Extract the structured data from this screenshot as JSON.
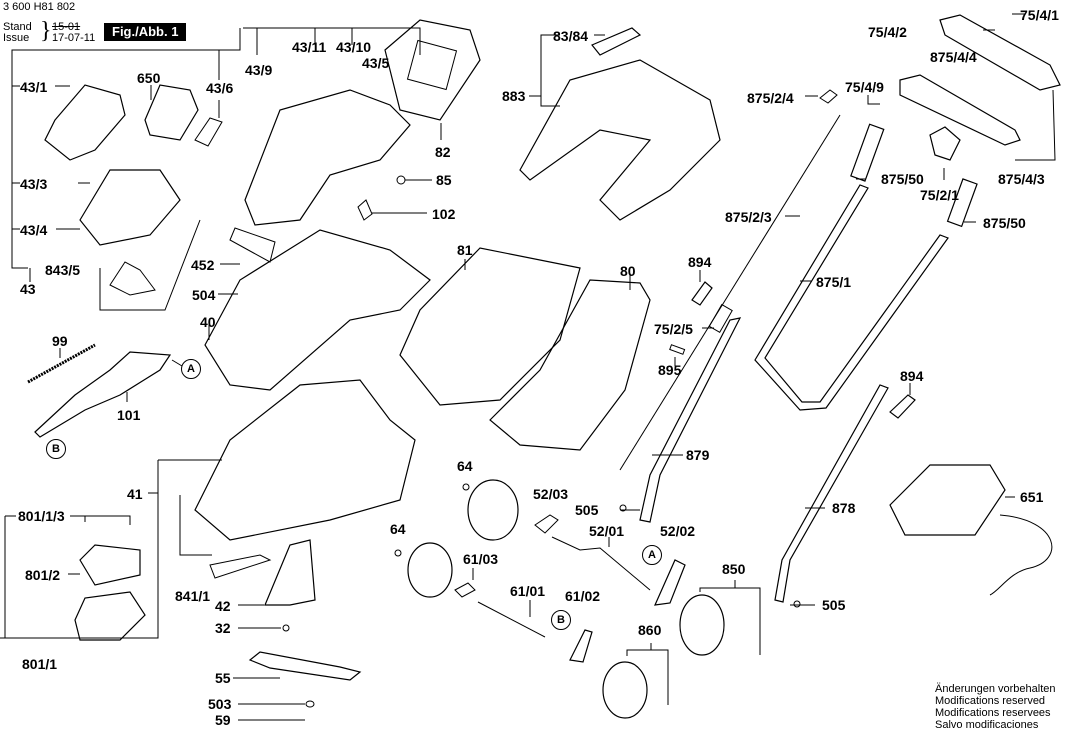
{
  "header": {
    "document_number": "3 600 H81 802",
    "stand_label": "Stand",
    "issue_label": "Issue",
    "brace": "}",
    "date_superseded": "15-01",
    "date_current": "17-07-11",
    "figure_label": "Fig./Abb. 1"
  },
  "part_labels": {
    "p43_1": "43/1",
    "p650": "650",
    "p43_6": "43/6",
    "p43_3": "43/3",
    "p43_4": "43/4",
    "p843_5": "843/5",
    "p43": "43",
    "p43_9": "43/9",
    "p43_11": "43/11",
    "p43_10": "43/10",
    "p43_5": "43/5",
    "p82": "82",
    "p85": "85",
    "p102": "102",
    "p83_84": "83/84",
    "p883": "883",
    "p452": "452",
    "p504": "504",
    "p40": "40",
    "p99": "99",
    "p101": "101",
    "p81": "81",
    "p80": "80",
    "p75_4_1": "75/4/1",
    "p75_4_2": "75/4/2",
    "p875_4_4": "875/4/4",
    "p75_4_9": "75/4/9",
    "p875_2_4": "875/2/4",
    "p875_50a": "875/50",
    "p75_2_1": "75/2/1",
    "p875_4_3": "875/4/3",
    "p875_2_3": "875/2/3",
    "p875_50b": "875/50",
    "p875_1": "875/1",
    "p894a": "894",
    "p75_2_5": "75/2/5",
    "p895": "895",
    "p894b": "894",
    "p879": "879",
    "p878": "878",
    "p651": "651",
    "p505a": "505",
    "p505b": "505",
    "p41": "41",
    "p801_1_3": "801/1/3",
    "p801_2": "801/2",
    "p801_1": "801/1",
    "p841_1": "841/1",
    "p42": "42",
    "p32": "32",
    "p55": "55",
    "p503": "503",
    "p59": "59",
    "p64a": "64",
    "p64b": "64",
    "p52_03": "52/03",
    "p52_01": "52/01",
    "p52_02": "52/02",
    "p61_03": "61/03",
    "p61_01": "61/01",
    "p61_02": "61/02",
    "p850": "850",
    "p860": "860"
  },
  "reference_markers": {
    "a1": "A",
    "b1": "B",
    "a2": "A",
    "b2": "B"
  },
  "notes": [
    "Änderungen vorbehalten",
    "Modifications reserved",
    "Modifications reservees",
    "Salvo modificaciones"
  ]
}
